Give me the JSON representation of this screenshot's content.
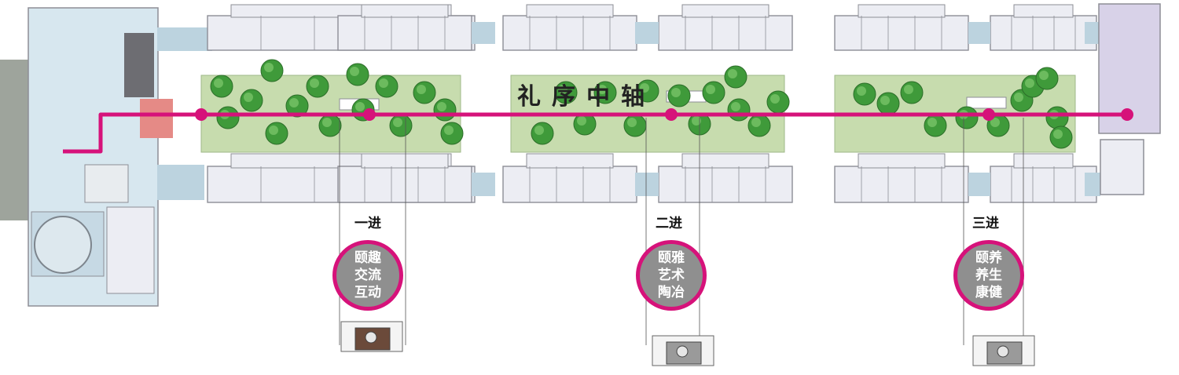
{
  "axis_title": "礼序中轴",
  "courts": [
    {
      "label": "一进",
      "theme_lines": [
        "颐趣",
        "交流",
        "互动"
      ]
    },
    {
      "label": "二进",
      "theme_lines": [
        "颐雅",
        "艺术",
        "陶冶"
      ]
    },
    {
      "label": "三进",
      "theme_lines": [
        "颐养",
        "养生",
        "康健"
      ]
    }
  ],
  "colors": {
    "axis": "#d6127a",
    "courtyard": "#c7dcae",
    "building_fill": "#ecedf3",
    "building_stroke": "#8d8e96",
    "corridor": "#bcd3df",
    "tree": "#3f9a3a",
    "circle_fill": "#8f8f8f",
    "end_building": "#d8d2e8",
    "entry": "#e58a86",
    "left_block": "#d7e7ef"
  },
  "icons": [
    "tree-icon",
    "axis-node-icon",
    "pavilion-icon"
  ]
}
